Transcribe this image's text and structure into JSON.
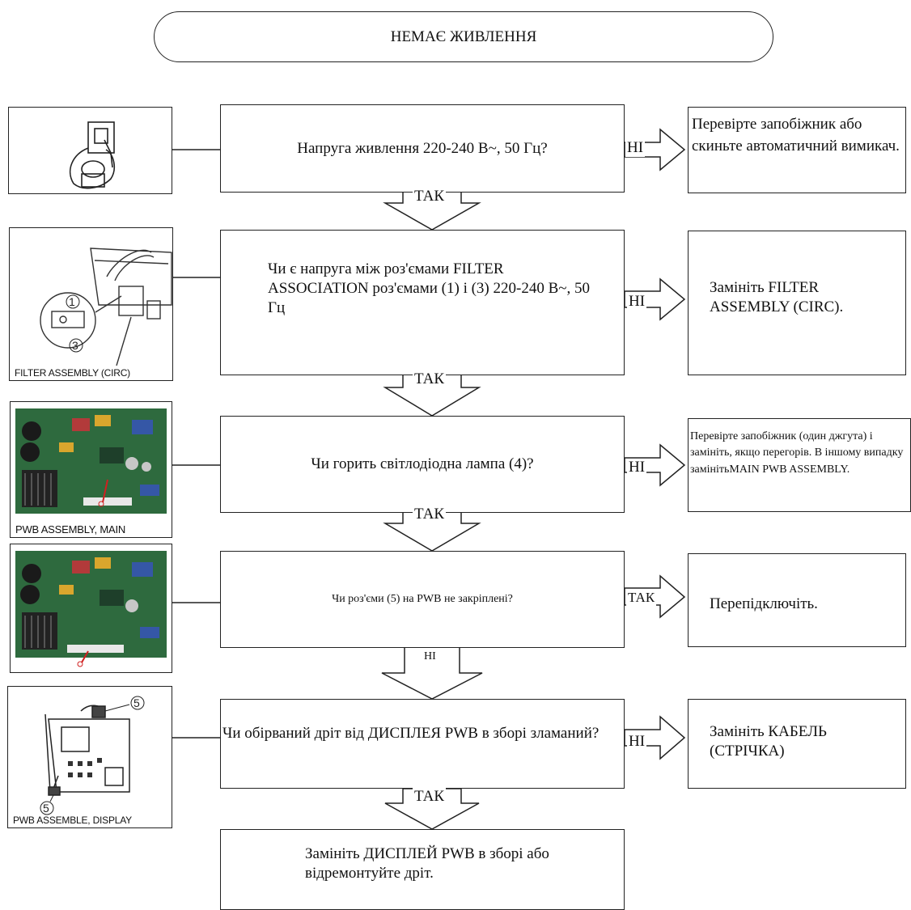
{
  "title": "НЕМАЄ ЖИВЛЕННЯ",
  "steps": [
    {
      "question": "Напруга живлення 220-240 В~, 50 Гц?",
      "branch_label": "НІ",
      "action": "Перевірте запобіжник або скиньте автоматичний вимикач.",
      "next_label": "ТАК"
    },
    {
      "question": "Чи є напруга між роз'ємами FILTER ASSOCIATION роз'ємами (1) і (3) 220-240 В~, 50 Гц",
      "branch_label": "НІ",
      "action": "Замініть FILTER ASSEMBLY (CIRC).",
      "next_label": "ТАК",
      "image_caption": "FILTER ASSEMBLY (CIRC)"
    },
    {
      "question": "Чи горить світлодіодна лампа (4)?",
      "branch_label": "НІ",
      "action": "Перевірте запобіжник (один джгута) і замініть, якщо перегорів. В іншому випадку замінітьMAIN PWB ASSEMBLY.",
      "next_label": "ТАК",
      "image_caption": "PWB ASSEMBLY, MAIN"
    },
    {
      "question": "Чи роз'єми (5) на PWB не закріплені?",
      "branch_label": "ТАК",
      "action": "Перепідключіть.",
      "next_label": "НІ"
    },
    {
      "question": "Чи обірваний дріт від ДИСПЛЕЯ PWB в зборі зламаний?",
      "branch_label": "НІ",
      "action": "Замініть КАБЕЛЬ (СТРІЧКА)",
      "next_label": "ТАК",
      "image_caption": "PWB ASSEMBLE, DISPLAY"
    }
  ],
  "final_action": "Замініть ДИСПЛЕЙ PWB в зборі або відремонтуйте дріт."
}
